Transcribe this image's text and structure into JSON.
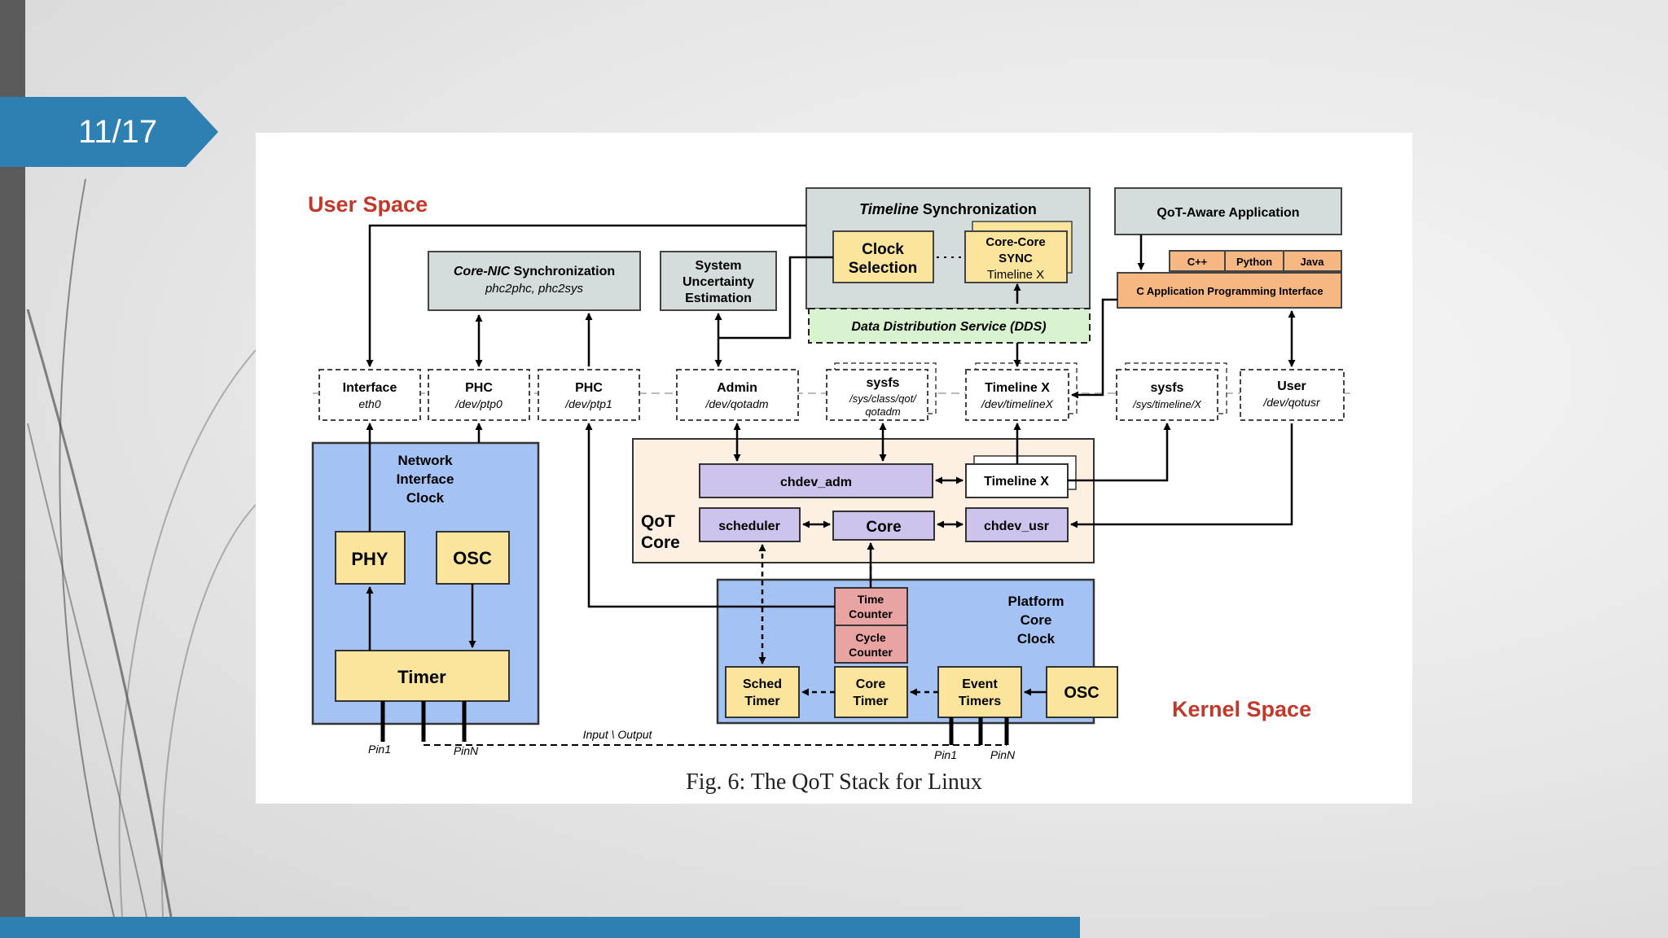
{
  "slide": {
    "number": "11/17",
    "accent_color": "#2e7fb2"
  },
  "figure": {
    "caption": "Fig. 6: The QoT Stack for Linux",
    "regions": {
      "user_space": "User Space",
      "kernel_space": "Kernel Space",
      "region_color": "#c0392b"
    },
    "timeline_sync": {
      "title_italic": "Timeline",
      "title_rest": " Synchronization",
      "clock_selection_line1": "Clock",
      "clock_selection_line2": "Selection",
      "core_sync_line1": "Core-Core",
      "core_sync_line2": "SYNC",
      "core_sync_line3": "Timeline X",
      "dds": "Data Distribution Service (DDS)"
    },
    "core_nic": {
      "title_italic": "Core-NIC",
      "title_rest": " Synchronization",
      "subtitle": "phc2phc, phc2sys"
    },
    "uncertainty": {
      "line1": "System",
      "line2": "Uncertainty",
      "line3": "Estimation"
    },
    "app": {
      "title": "QoT-Aware Application",
      "languages": [
        "C++",
        "Python",
        "Java"
      ],
      "capi": "C Application Programming Interface"
    },
    "interfaces": [
      {
        "name": "Interface",
        "path": "eth0"
      },
      {
        "name": "PHC",
        "path": "/dev/ptp0"
      },
      {
        "name": "PHC",
        "path": "/dev/ptp1"
      },
      {
        "name": "Admin",
        "path": "/dev/qotadm"
      },
      {
        "name": "sysfs",
        "path1": "/sys/class/qot/",
        "path2": "qotadm"
      },
      {
        "name": "Timeline X",
        "path": "/dev/timelineX"
      },
      {
        "name": "sysfs",
        "path": "/sys/timeline/X"
      },
      {
        "name": "User",
        "path": "/dev/qotusr"
      }
    ],
    "nic": {
      "title_line1": "Network",
      "title_line2": "Interface",
      "title_line3": "Clock",
      "phy": "PHY",
      "osc": "OSC",
      "timer": "Timer",
      "pin1": "Pin1",
      "pinN": "PinN"
    },
    "qot_core": {
      "label_line1": "QoT",
      "label_line2": "Core",
      "chdev_adm": "chdev_adm",
      "timeline_x": "Timeline X",
      "scheduler": "scheduler",
      "core": "Core",
      "chdev_usr": "chdev_usr"
    },
    "platform": {
      "title_line1": "Platform",
      "title_line2": "Core",
      "title_line3": "Clock",
      "time_counter_line1": "Time",
      "time_counter_line2": "Counter",
      "cycle_counter_line1": "Cycle",
      "cycle_counter_line2": "Counter",
      "sched_timer_line1": "Sched",
      "sched_timer_line2": "Timer",
      "core_timer_line1": "Core",
      "core_timer_line2": "Timer",
      "event_timers_line1": "Event",
      "event_timers_line2": "Timers",
      "osc": "OSC",
      "pin1": "Pin1",
      "pinN": "PinN"
    },
    "io_label": "Input \\ Output"
  }
}
